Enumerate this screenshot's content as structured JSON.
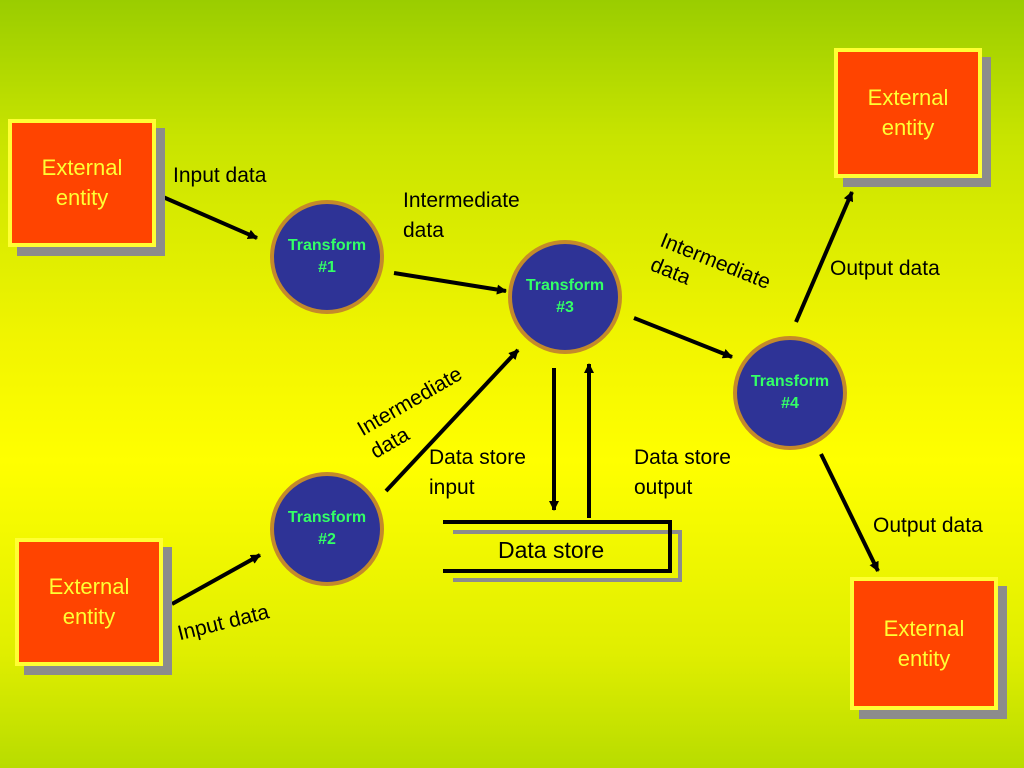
{
  "colors": {
    "entity_fill": "#ff4400",
    "entity_text": "#ffff33",
    "transform_fill": "#2e3396",
    "transform_border": "#c48a2a",
    "transform_text": "#33ff66"
  },
  "entities": [
    {
      "line1": "External",
      "line2": "entity"
    },
    {
      "line1": "External",
      "line2": "entity"
    },
    {
      "line1": "External",
      "line2": "entity"
    },
    {
      "line1": "External",
      "line2": "entity"
    }
  ],
  "transforms": [
    {
      "line1": "Transform",
      "line2": "#1"
    },
    {
      "line1": "Transform",
      "line2": "#2"
    },
    {
      "line1": "Transform",
      "line2": "#3"
    },
    {
      "line1": "Transform",
      "line2": "#4"
    }
  ],
  "data_store": "Data store",
  "labels": {
    "input_data_top": "Input data",
    "input_data_bottom": "Input data",
    "intermediate_top": {
      "line1": "Intermediate",
      "line2": "data"
    },
    "intermediate_right": {
      "line1": "Intermediate",
      "line2": "data"
    },
    "intermediate_left": {
      "line1": "Intermediate",
      "line2": "data"
    },
    "data_store_input": {
      "line1": "Data store",
      "line2": "input"
    },
    "data_store_output": {
      "line1": "Data store",
      "line2": "output"
    },
    "output_data_top": "Output data",
    "output_data_bottom": "Output data"
  }
}
